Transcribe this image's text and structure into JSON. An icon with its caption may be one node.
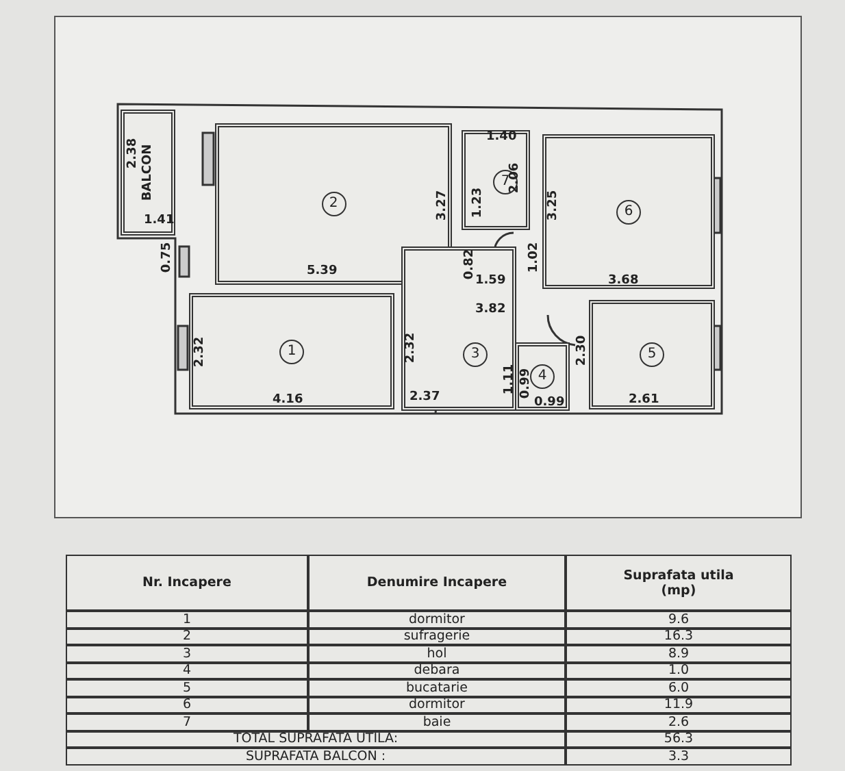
{
  "diagram": {
    "nodes": [
      {
        "text": [
          "BALCON"
        ]
      },
      {
        "text": [
          "2"
        ]
      },
      {
        "text": [
          "7"
        ]
      },
      {
        "text": [
          "6"
        ]
      },
      {
        "text": [
          "1"
        ]
      },
      {
        "text": [
          "3"
        ]
      },
      {
        "text": [
          "4"
        ]
      },
      {
        "text": [
          "5"
        ]
      }
    ],
    "labels": [
      "1.40",
      "2.38",
      "3.27",
      "1.23",
      "2.06",
      "3.25",
      "1.41",
      "0.75",
      "0.82",
      "1.02",
      "5.39",
      "1.59",
      "3.68",
      "3.82",
      "2.32",
      "2.32",
      "2.30",
      "1.11",
      "0.99",
      "4.16",
      "2.37",
      "0.99",
      "2.61",
      "Nr. Incapere",
      "Denumire Incapere",
      "Suprafata utila (mp)",
      "1",
      "dormitor",
      "9.6",
      "2",
      "sufragerie",
      "16.3",
      "3",
      "hol",
      "8.9",
      "4",
      "debara",
      "1.0",
      "5",
      "bucatarie",
      "6.0",
      "6",
      "dormitor",
      "11.9",
      "7",
      "baie",
      "2.6",
      "TOTAL SUPRAFATA UTILA:",
      "56.3",
      "SUPRAFATA BALCON :",
      "3.3"
    ]
  }
}
